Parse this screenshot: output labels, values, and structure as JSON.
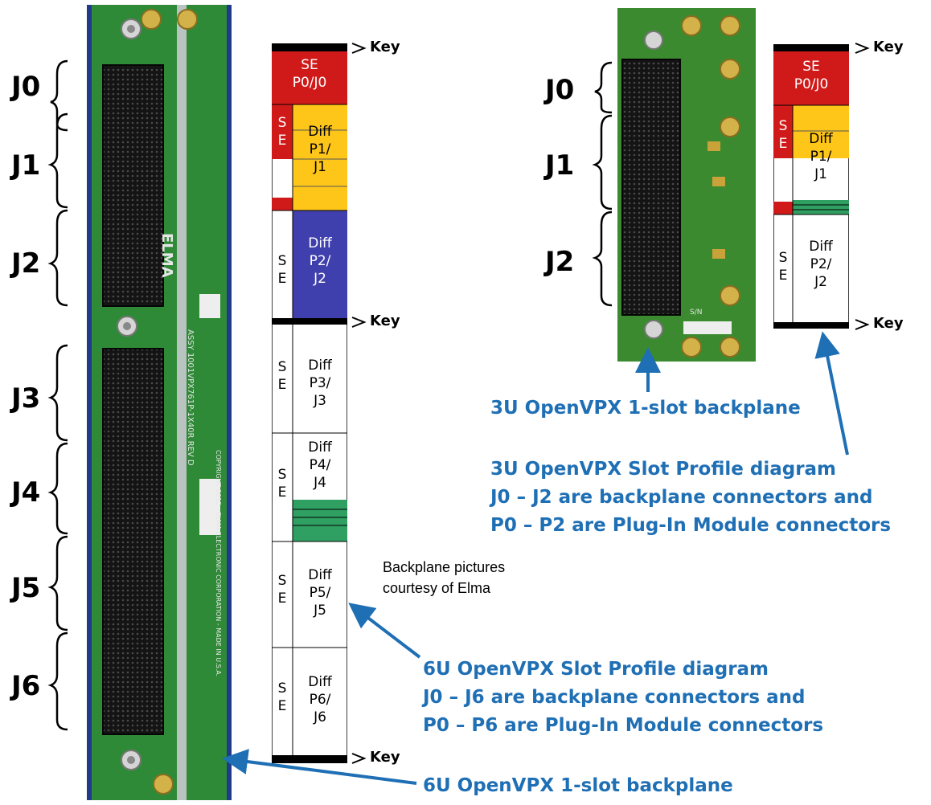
{
  "left_backplane": {
    "labels": [
      "J0",
      "J1",
      "J2",
      "J3",
      "J4",
      "J5",
      "J6"
    ],
    "board_text": [
      "ELMA",
      "ASSY 1001VPX761P-1X40R REV D",
      "COPYRIGHT 2012 - ELMA ELECTRONIC CORPORATION - MADE IN U.S.A."
    ]
  },
  "right_backplane": {
    "labels": [
      "J0",
      "J1",
      "J2"
    ],
    "board_text": [
      "S/N"
    ]
  },
  "profile_6u": {
    "key_labels": [
      "Key",
      "Key",
      "Key"
    ],
    "cells": [
      "SE\nP0/J0",
      "S\nE",
      "Diff\nP1/\nJ1",
      "S\nE",
      "Diff\nP2/\nJ2",
      "S\nE",
      "Diff\nP3/\nJ3",
      "S\nE",
      "Diff\nP4/\nJ4",
      "S\nE",
      "Diff\nP5/\nJ5",
      "S\nE",
      "Diff\nP6/\nJ6"
    ]
  },
  "profile_3u": {
    "key_labels": [
      "Key",
      "Key"
    ],
    "cells": [
      "SE\nP0/J0",
      "S\nE",
      "Diff\nP1/\nJ1",
      "S\nE",
      "Diff\nP2/\nJ2"
    ]
  },
  "captions": {
    "credit": "Backplane pictures\ncourtesy of Elma",
    "cap_3u_backplane": "3U OpenVPX 1-slot backplane",
    "cap_3u_profile_1": "3U OpenVPX Slot Profile diagram",
    "cap_3u_profile_2": "J0 – J2 are backplane connectors and",
    "cap_3u_profile_3": "P0 – P2 are Plug-In Module connectors",
    "cap_6u_profile_1": "6U OpenVPX Slot Profile diagram",
    "cap_6u_profile_2": "J0 – J6 are backplane connectors and",
    "cap_6u_profile_3": "P0 – P6 are Plug-In Module connectors",
    "cap_6u_backplane": "6U OpenVPX 1-slot backplane"
  },
  "colors": {
    "se_red": "#d01a1a",
    "diff_yellow": "#ffc61a",
    "diff_blue": "#3f3fad",
    "green_band": "#2f9f62",
    "caption_blue": "#1f6fb5",
    "pcb_green": "#2f8a37"
  }
}
